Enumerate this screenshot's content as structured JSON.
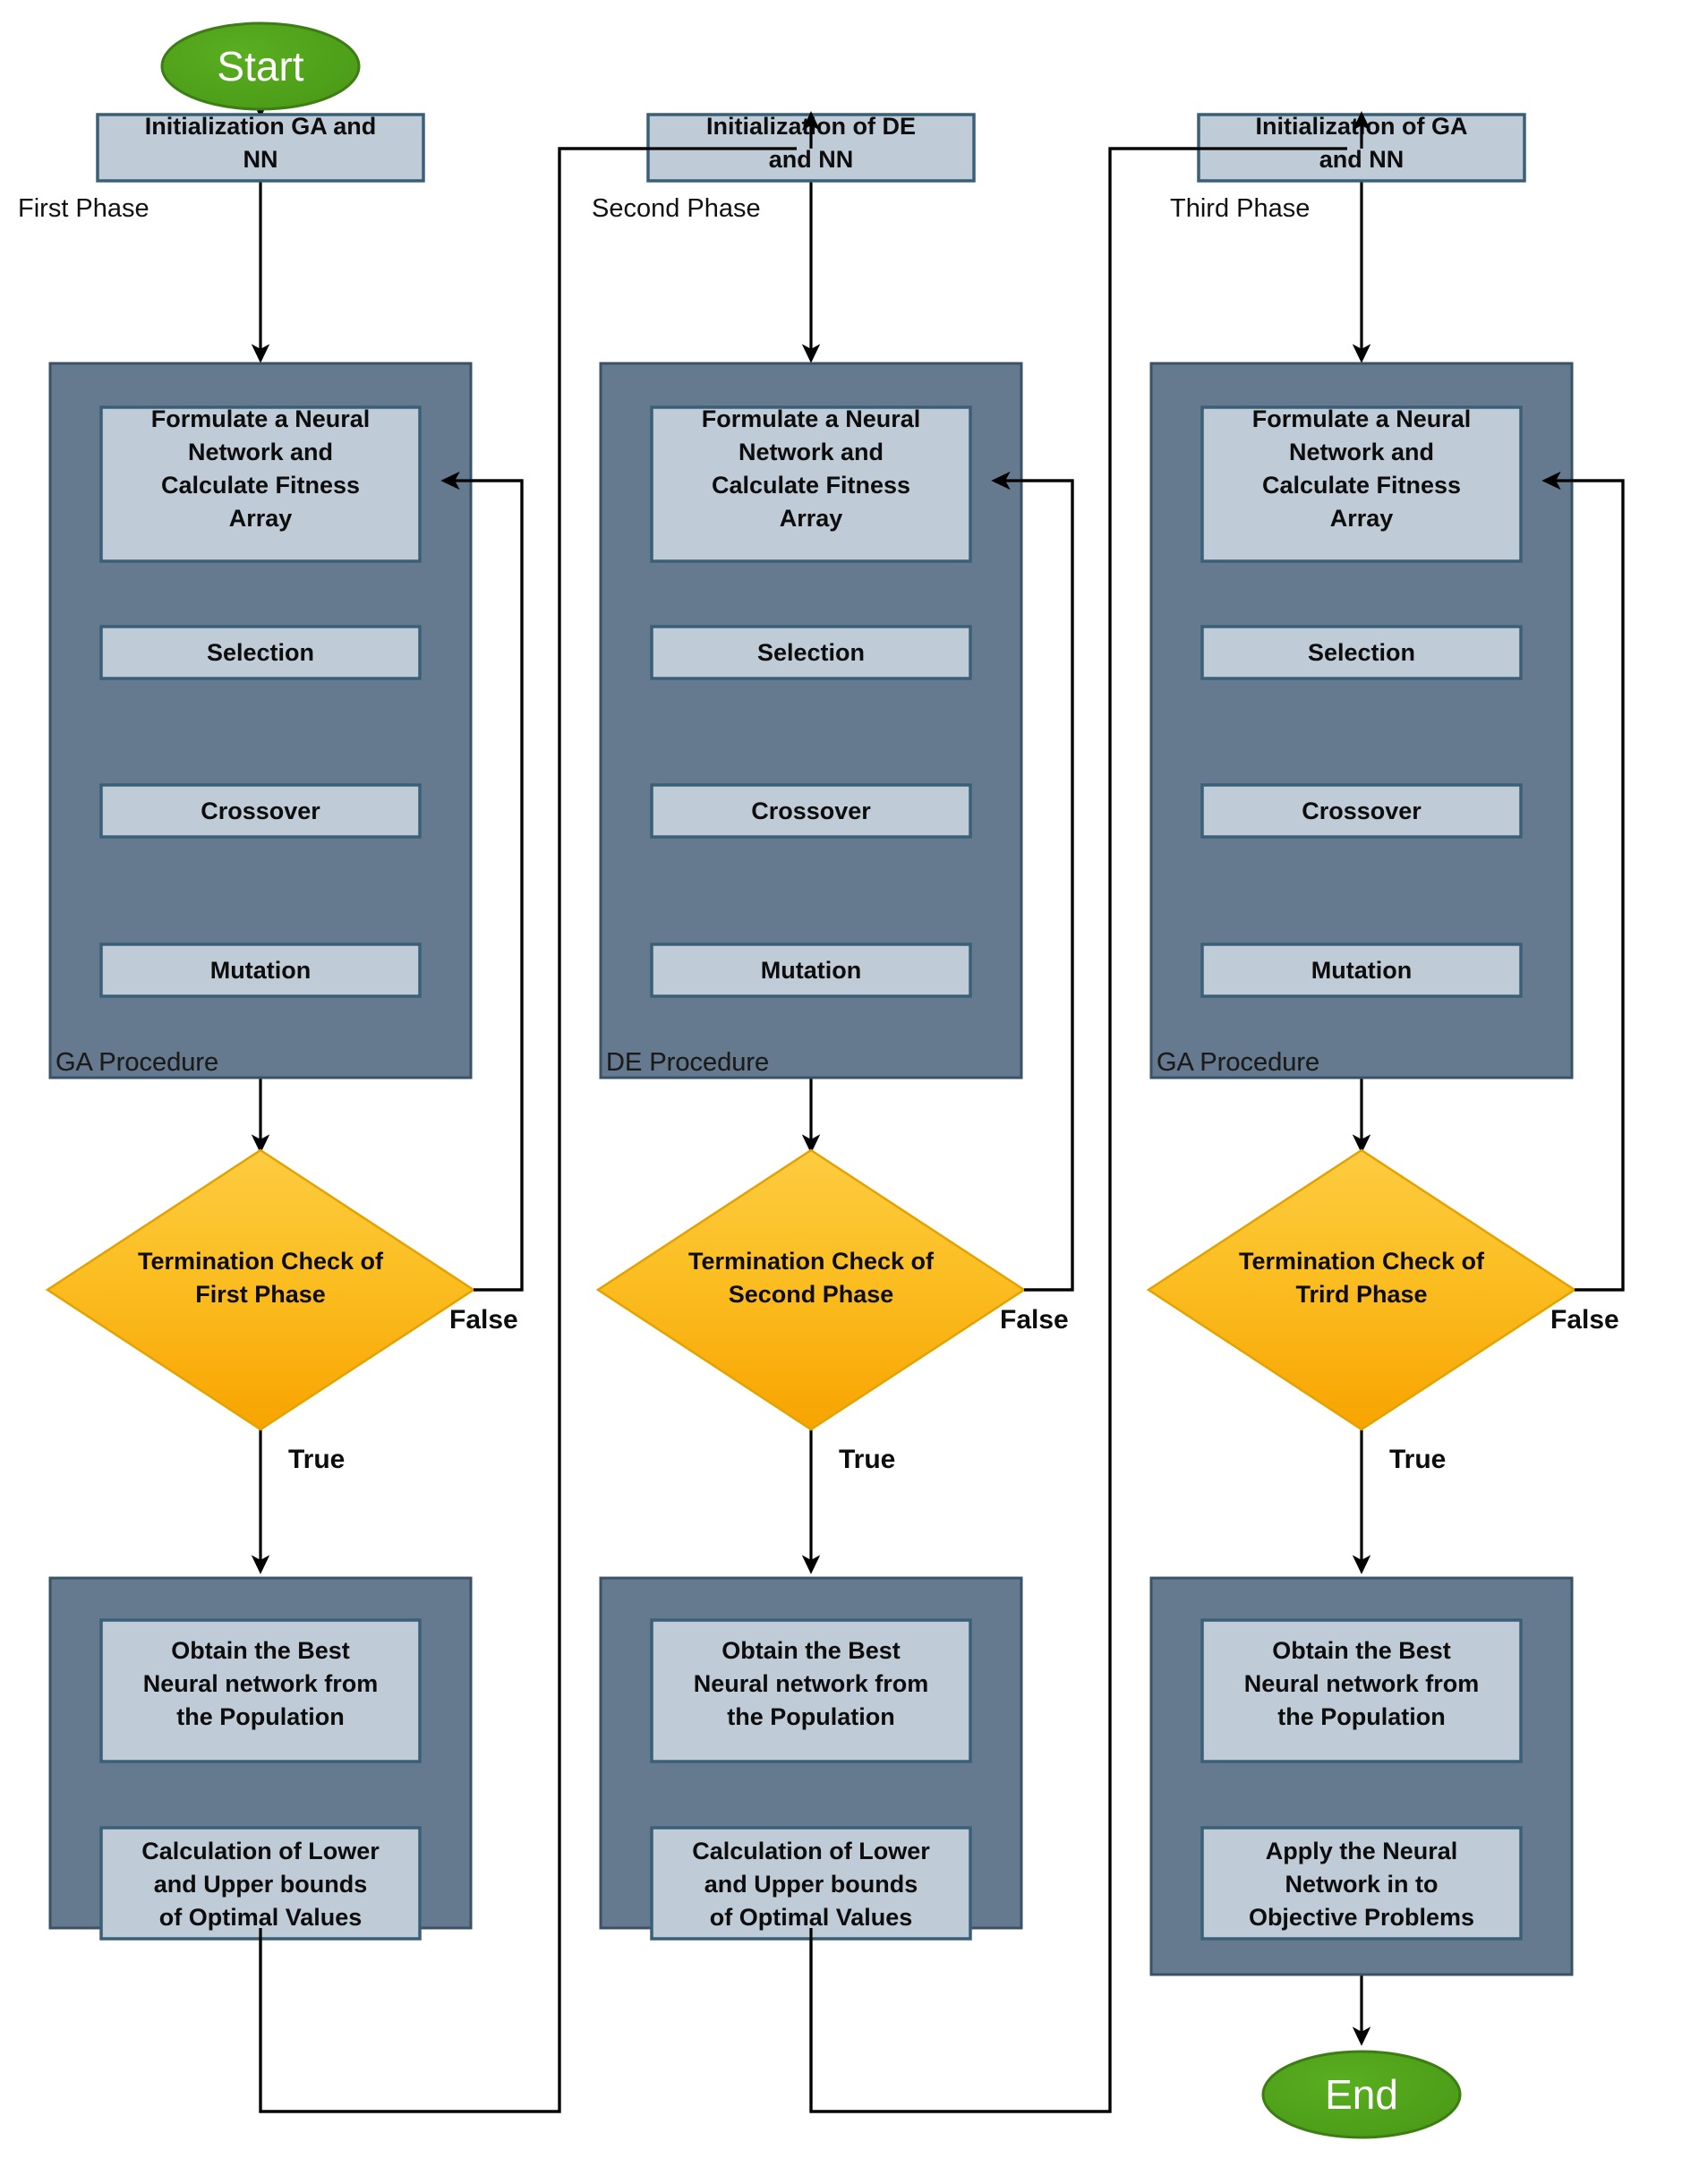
{
  "diagram": {
    "title": "Three-Phase GA/DE Neural Network Optimization Flowchart",
    "colors": {
      "terminator_fill": "#4c9f18",
      "terminator_stroke": "#3c7d14",
      "terminator_text": "#ffffff",
      "container_fill": "#667a8f",
      "container_stroke": "#3a5166",
      "process_fill": "#bfcbd6",
      "process_stroke": "#3a6077",
      "decision_fill_top": "#fdc82f",
      "decision_fill_bottom": "#f9a800",
      "decision_stroke": "#e09b00",
      "connector": "#000000",
      "background": "#ffffff"
    }
  },
  "start_node": {
    "label": "Start"
  },
  "end_node": {
    "label": "End"
  },
  "phases": [
    {
      "id": "first",
      "phase_label": "First Phase",
      "init_box": "Initialization GA and NN",
      "procedure_label": "GA Procedure",
      "procedure_steps": [
        "Formulate a Neural Network and Calculate Fitness Array",
        "Selection",
        "Crossover",
        "Mutation"
      ],
      "decision": "Termination Check of First Phase",
      "decision_false_label": "False",
      "decision_true_label": "True",
      "result_steps": [
        "Obtain the Best Neural network from the Population",
        "Calculation of Lower and Upper bounds of Optimal Values"
      ]
    },
    {
      "id": "second",
      "phase_label": "Second Phase",
      "init_box": "Initialization of DE and NN",
      "procedure_label": "DE Procedure",
      "procedure_steps": [
        "Formulate a Neural Network and Calculate Fitness Array",
        "Selection",
        "Crossover",
        "Mutation"
      ],
      "decision": "Termination Check of Second Phase",
      "decision_false_label": "False",
      "decision_true_label": "True",
      "result_steps": [
        "Obtain the Best Neural network from the Population",
        "Calculation of Lower and Upper bounds of Optimal Values"
      ]
    },
    {
      "id": "third",
      "phase_label": "Third Phase",
      "init_box": "Initialization of GA and NN",
      "procedure_label": "GA Procedure",
      "procedure_steps": [
        "Formulate a Neural Network and Calculate Fitness Array",
        "Selection",
        "Crossover",
        "Mutation"
      ],
      "decision": "Termination Check of Trird Phase",
      "decision_false_label": "False",
      "decision_true_label": "True",
      "result_steps": [
        "Obtain the Best Neural network from the Population",
        "Apply the Neural Network in to Objective Problems"
      ]
    }
  ]
}
